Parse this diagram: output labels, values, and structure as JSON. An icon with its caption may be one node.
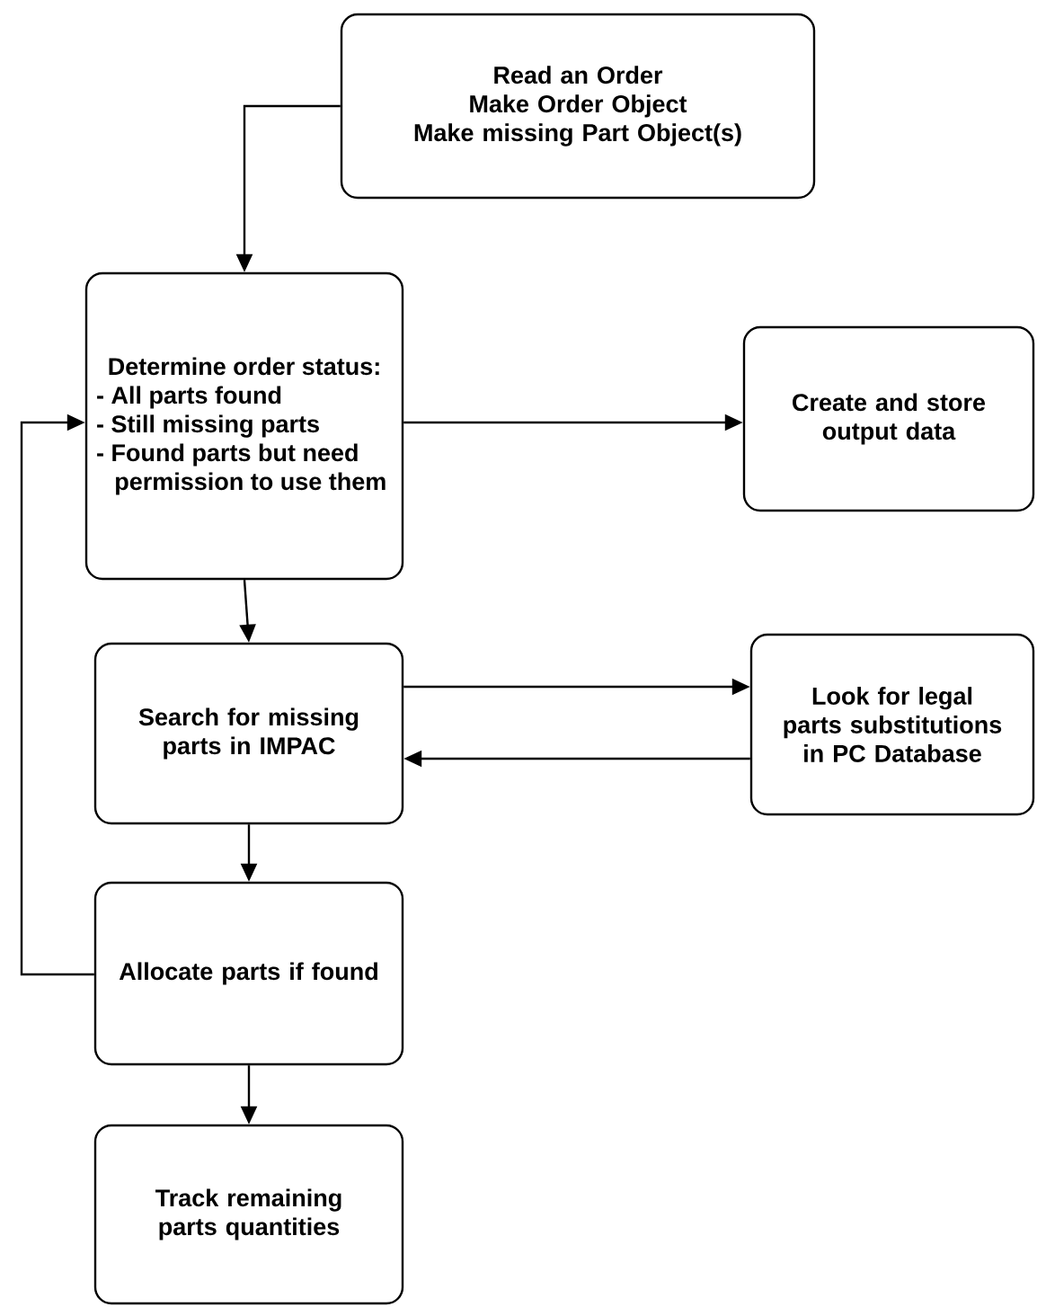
{
  "diagram": {
    "nodes": [
      {
        "text": [
          "Read an Order",
          "Make Order Object",
          "Make missing Part Object(s)"
        ]
      },
      {
        "text": [
          "Determine order status:",
          "- All parts found",
          "- Still missing parts",
          "- Found parts but need permission to use them"
        ]
      },
      {
        "text": [
          "Create and store output data"
        ]
      },
      {
        "text": [
          "Search for missing parts in IMPAC"
        ]
      },
      {
        "text": [
          "Look for legal parts substitutions in PC Database"
        ]
      },
      {
        "text": [
          "Allocate parts if found"
        ]
      },
      {
        "text": [
          "Track remaining parts quantities"
        ]
      }
    ],
    "edges": [
      {
        "from": 0,
        "to": 1,
        "arrow": "to"
      },
      {
        "from": 1,
        "to": 2,
        "arrow": "to"
      },
      {
        "from": 1,
        "to": 3,
        "arrow": "to"
      },
      {
        "from": 3,
        "to": 4,
        "arrow": "to"
      },
      {
        "from": 4,
        "to": 3,
        "arrow": "to"
      },
      {
        "from": 3,
        "to": 5,
        "arrow": "to"
      },
      {
        "from": 5,
        "to": 1,
        "arrow": "to"
      },
      {
        "from": 5,
        "to": 6,
        "arrow": "to"
      }
    ]
  }
}
